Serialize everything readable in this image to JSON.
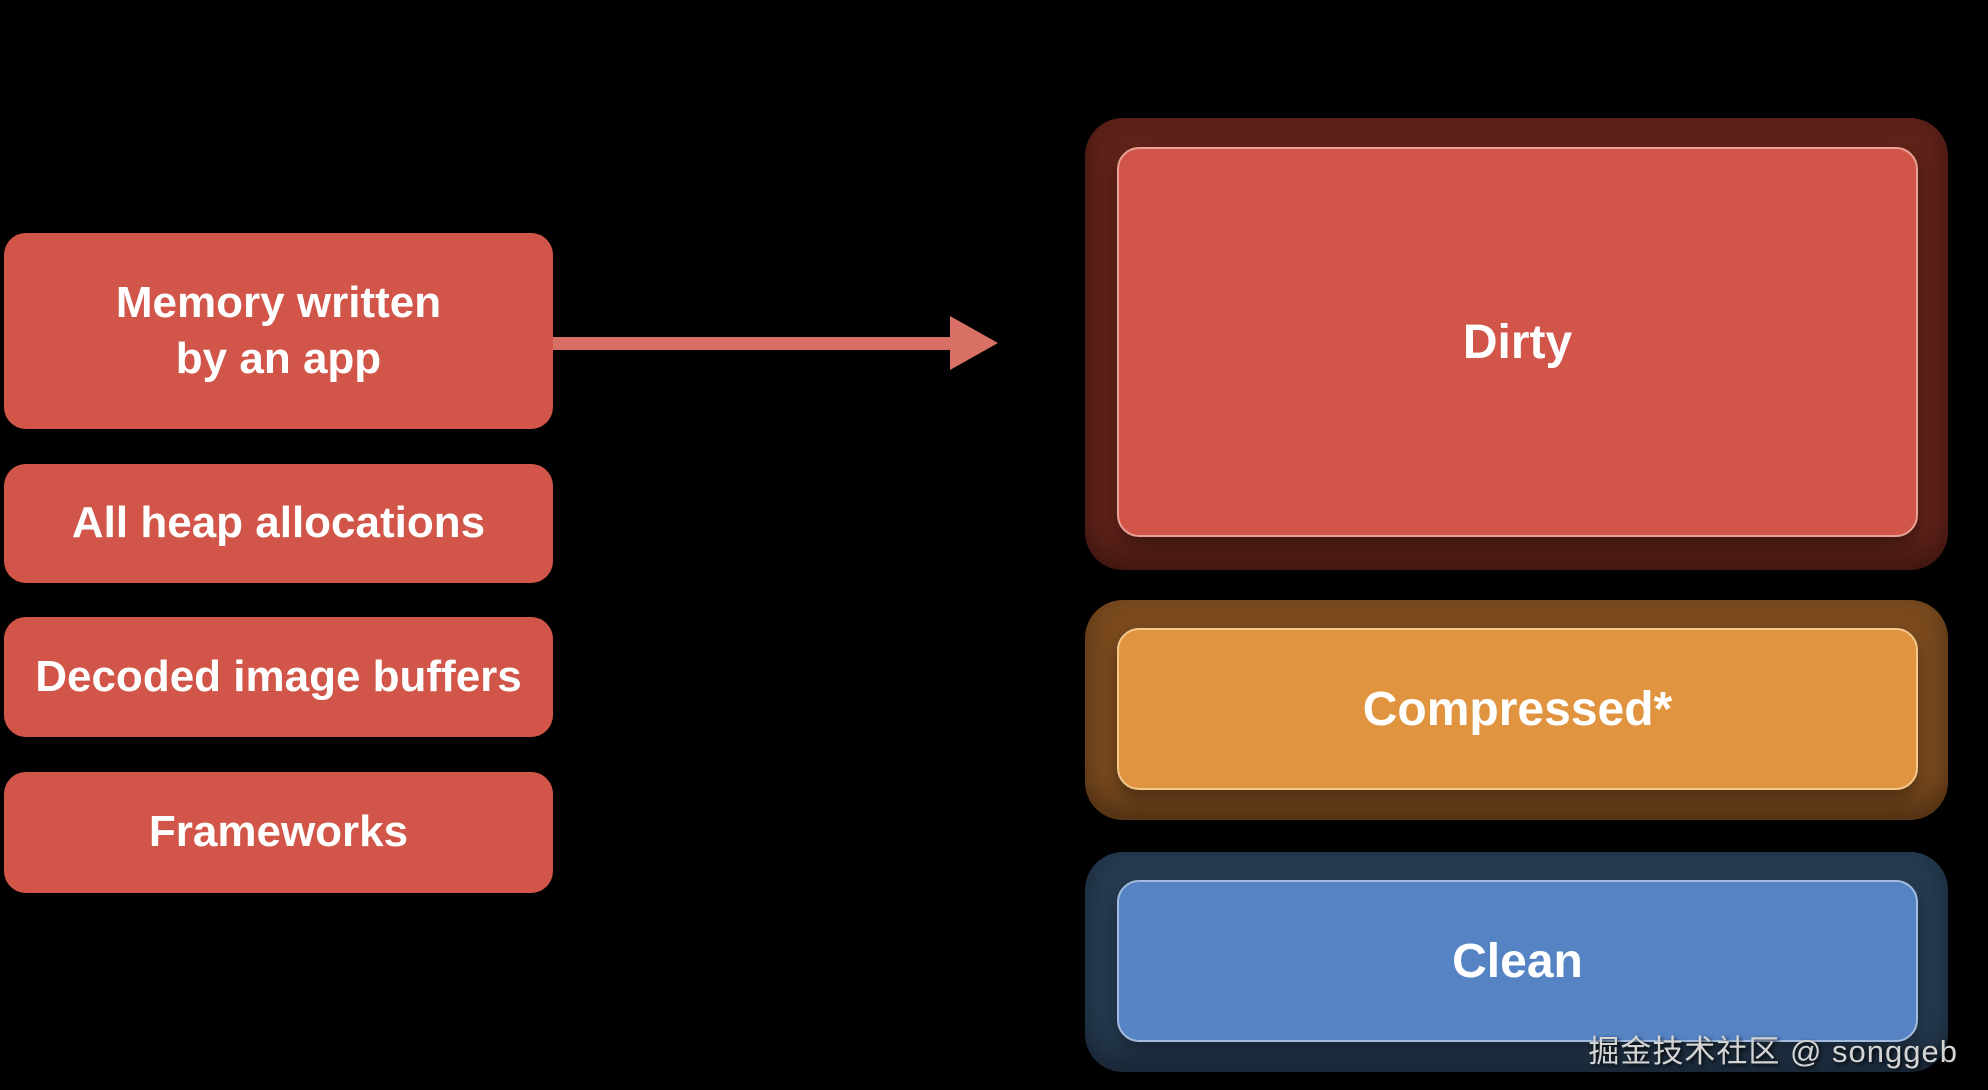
{
  "slide": {
    "background": "#000000",
    "source_boxes": [
      {
        "label": "Memory written\nby an app",
        "fill": "#d15548",
        "text_color": "#ffffff"
      },
      {
        "label": "All heap allocations",
        "fill": "#d15548",
        "text_color": "#ffffff"
      },
      {
        "label": "Decoded image buffers",
        "fill": "#d15548",
        "text_color": "#ffffff"
      },
      {
        "label": "Frameworks",
        "fill": "#d15548",
        "text_color": "#ffffff"
      }
    ],
    "arrow": {
      "color": "#d97065",
      "from": "Memory written by an app",
      "to": "Dirty"
    },
    "memory_categories": [
      {
        "label": "Dirty",
        "fill": "#d25549",
        "frame": "#5f2219",
        "highlight": "#e8a296"
      },
      {
        "label": "Compressed*",
        "fill": "#e09440",
        "frame": "#7a4a1e",
        "highlight": "#f2c88d"
      },
      {
        "label": "Clean",
        "fill": "#5583c4",
        "frame": "#253a50",
        "highlight": "#a3bcde"
      }
    ],
    "watermark": {
      "text": "掘金技术社区 @ songgeb",
      "color": "#d4d4d4"
    }
  }
}
